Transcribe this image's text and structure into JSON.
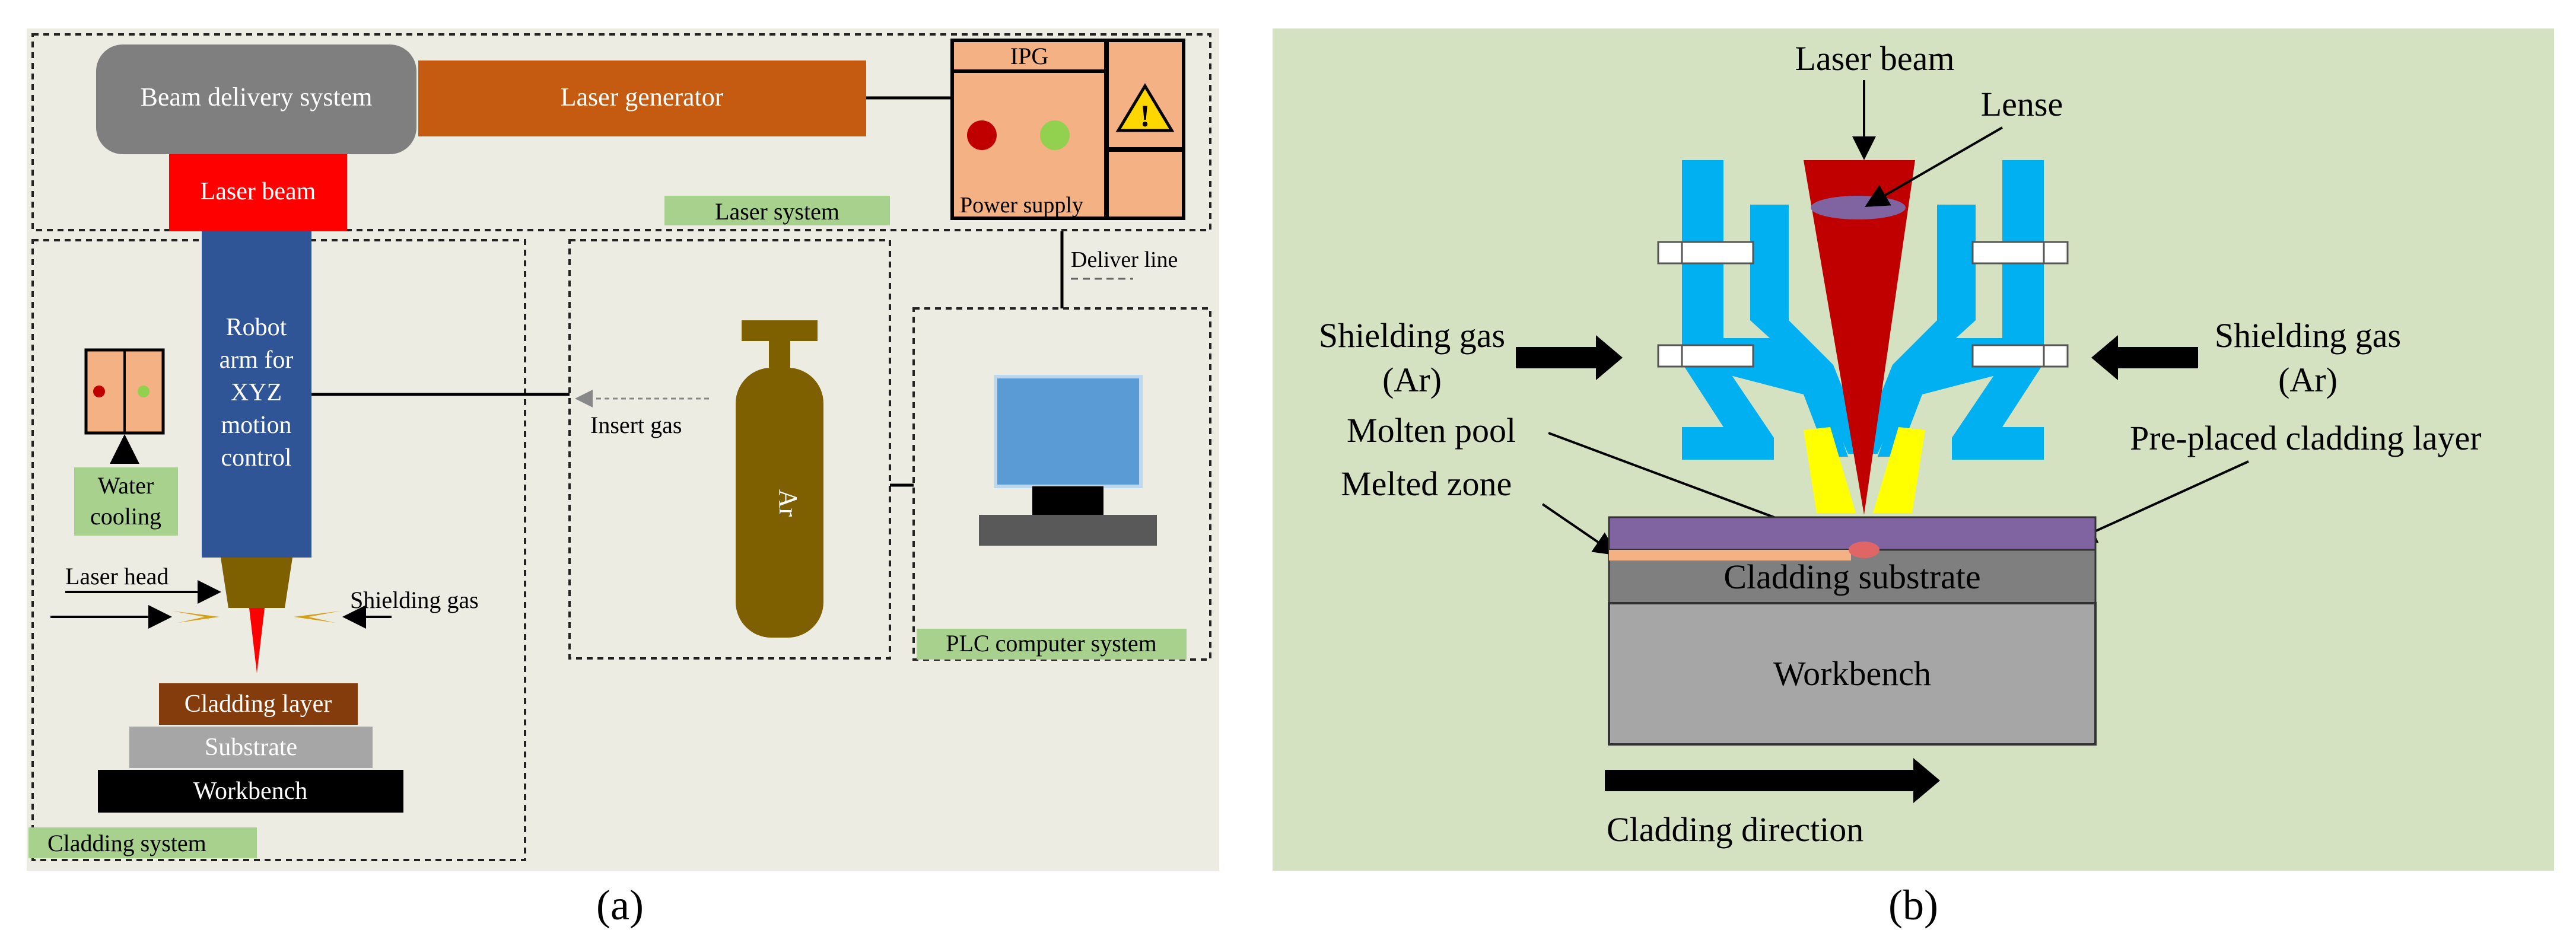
{
  "panel_a": {
    "caption": "(a)",
    "beam_delivery_system": "Beam delivery system",
    "laser_generator": "Laser generator",
    "ipg": "IPG",
    "power_supply": "Power supply",
    "laser_beam": "Laser beam",
    "laser_system": "Laser system",
    "deliver_line": "Deliver line",
    "robot_arm": [
      "Robot",
      "arm for",
      "XYZ",
      "motion",
      "control"
    ],
    "water_cooling": [
      "Water",
      "cooling"
    ],
    "insert_gas": "Insert gas",
    "ar": "Ar",
    "laser_head": "Laser head",
    "shielding_gas": "Shielding gas",
    "cladding_layer": "Cladding layer",
    "substrate": "Substrate",
    "workbench": "Workbench",
    "cladding_system": "Cladding system",
    "plc_computer_system": "PLC computer system"
  },
  "panel_b": {
    "caption": "(b)",
    "laser_beam": "Laser beam",
    "lense": "Lense",
    "shielding_gas_left": [
      "Shielding gas",
      "(Ar)"
    ],
    "shielding_gas_right": [
      "Shielding gas",
      "(Ar)"
    ],
    "molten_pool": "Molten pool",
    "pre_placed_cladding_layer": "Pre-placed cladding layer",
    "melted_zone": "Melted zone",
    "cladding_substrate": "Cladding substrate",
    "workbench": "Workbench",
    "cladding_direction": "Cladding direction"
  },
  "colors": {
    "panel_a_bg": "#ecece2",
    "panel_b_bg": "#d5e2c2",
    "beam_delivery": "#7f7f7f",
    "laser_generator": "#c55a11",
    "power_supply": "#f4b183",
    "laser_beam_red": "#ff0000",
    "robot_arm": "#2f5597",
    "label_green": "#a9d18e",
    "ar_cylinder": "#7f6000",
    "cladding_layer": "#843c0c",
    "substrate": "#a6a6a6",
    "workbench_black": "#000000",
    "monitor": "#5b9bd5",
    "nozzle_blue": "#00b0f0",
    "beam_darkred": "#c00000",
    "powder_yellow": "#ffff00",
    "cladding_purple": "#8064a2",
    "melted_orange": "#f4b183"
  }
}
